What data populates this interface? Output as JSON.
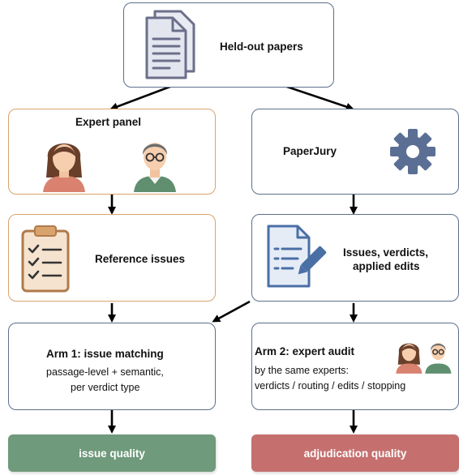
{
  "colors": {
    "orange_border": "#d9a36e",
    "blue_border": "#5d6f8c",
    "issue_quality_fill": "#6f9a7c",
    "adjudication_quality_fill": "#c5706f"
  },
  "nodes": {
    "heldout": {
      "label": "Held-out papers",
      "icon": "documents-icon"
    },
    "expert_panel": {
      "label": "Expert panel",
      "icon": "people-icon"
    },
    "paperjury": {
      "label": "PaperJury",
      "icon": "gear-icon"
    },
    "reference_issues": {
      "label": "Reference issues",
      "icon": "clipboard-checklist-icon"
    },
    "issues_verdicts": {
      "line1": "Issues, verdicts,",
      "line2": "applied edits",
      "icon": "document-edit-icon"
    },
    "arm1": {
      "title": "Arm 1: issue matching",
      "line1": "passage-level + semantic,",
      "line2": "per verdict type"
    },
    "arm2": {
      "title": "Arm 2: expert audit",
      "line1": "by the same experts:",
      "line2": "verdicts / routing / edits / stopping",
      "icon": "people-icon"
    }
  },
  "outputs": {
    "issue_quality": "issue quality",
    "adjudication_quality": "adjudication quality"
  }
}
